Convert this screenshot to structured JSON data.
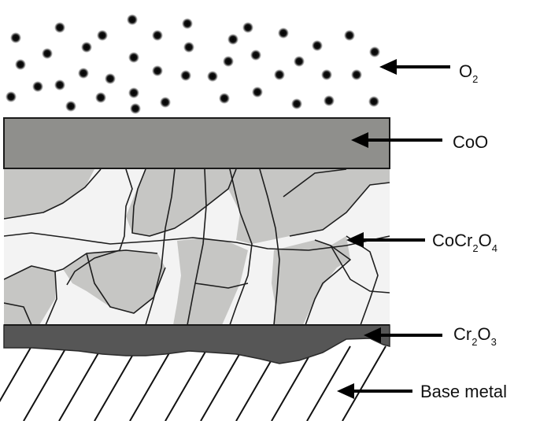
{
  "layers": {
    "oxygen": {
      "formula": "O",
      "sub": "2"
    },
    "coo": {
      "label": "CoO",
      "color": "#8f8f8c"
    },
    "spinel": {
      "parts": [
        {
          "t": "CoCr",
          "sub": false
        },
        {
          "t": "2",
          "sub": true
        },
        {
          "t": "O",
          "sub": false
        },
        {
          "t": "4",
          "sub": true
        }
      ],
      "background": "#f3f3f3",
      "grain_color": "#c6c6c4"
    },
    "chromia": {
      "parts": [
        {
          "t": "Cr",
          "sub": false
        },
        {
          "t": "2",
          "sub": true
        },
        {
          "t": "O",
          "sub": false
        },
        {
          "t": "3",
          "sub": true
        }
      ],
      "color": "#565656"
    },
    "base": {
      "label": "Base metal"
    }
  }
}
